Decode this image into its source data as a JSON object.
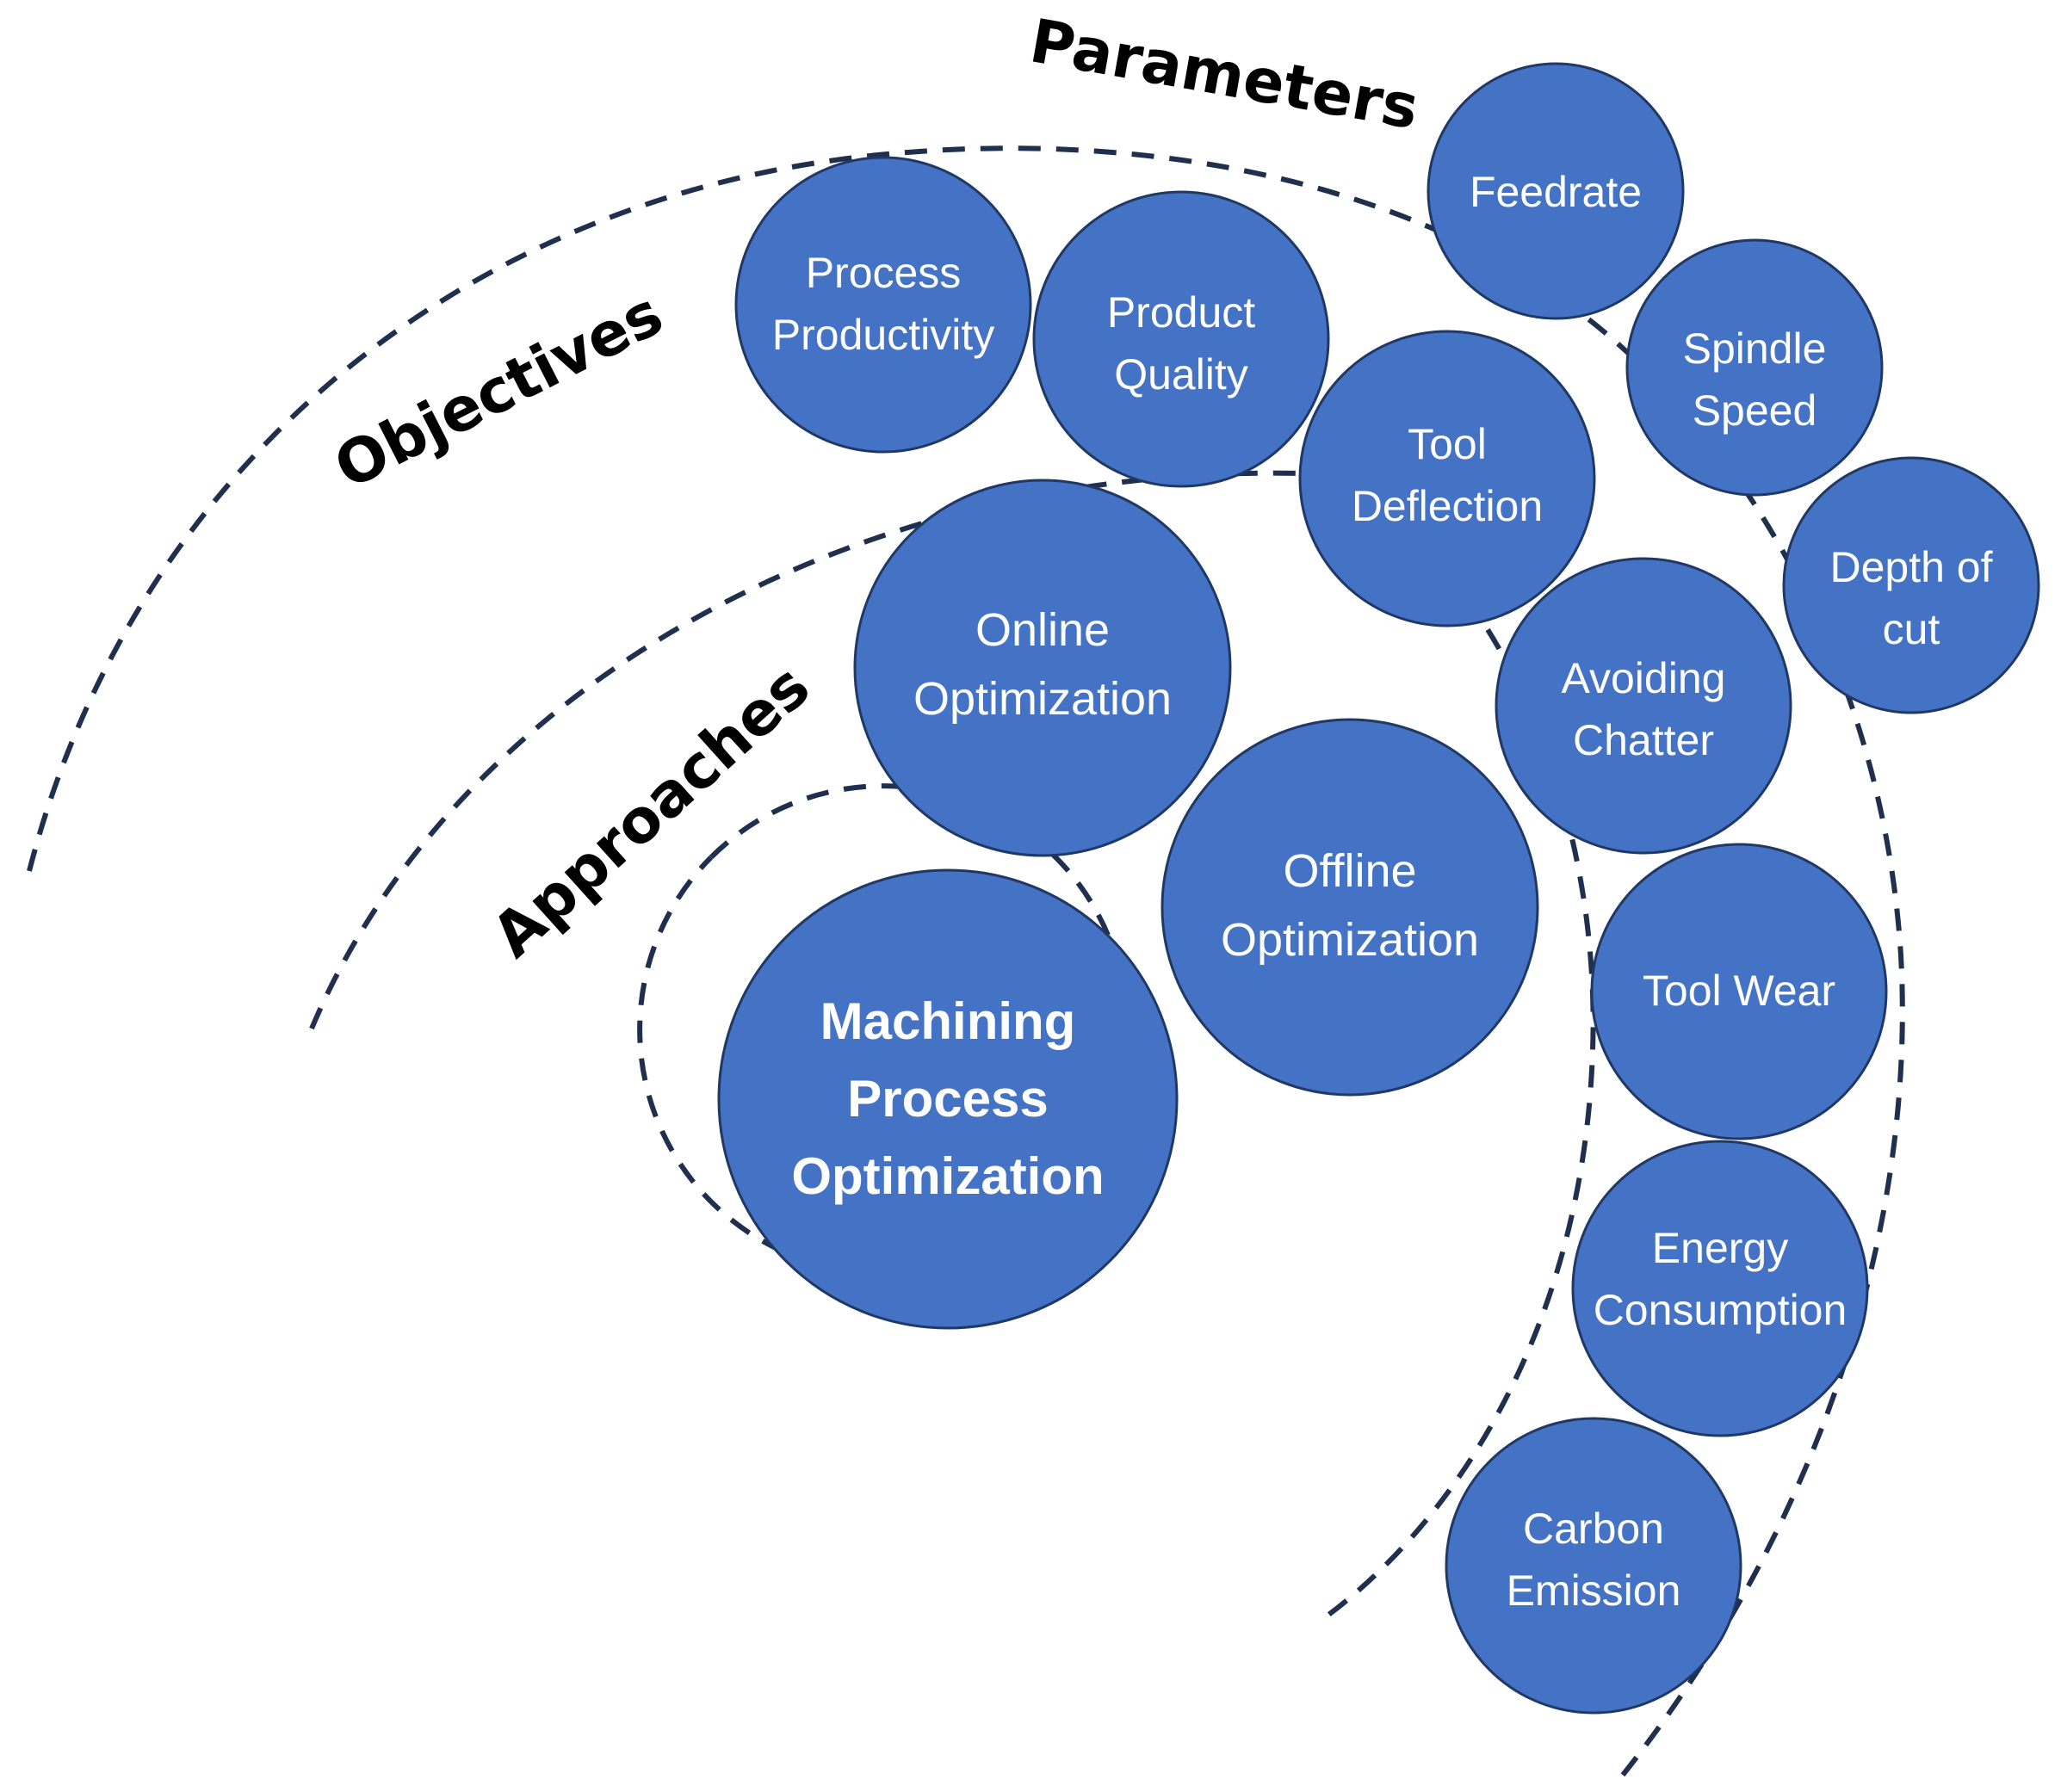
{
  "rings": {
    "approaches": "Approaches",
    "objectives": "Objectives",
    "parameters": "Parameters"
  },
  "center": [
    "Machining",
    "Process",
    "Optimization"
  ],
  "approaches": [
    {
      "id": "online",
      "lines": [
        "Online",
        "Optimization"
      ]
    },
    {
      "id": "offline",
      "lines": [
        "Offline",
        "Optimization"
      ]
    }
  ],
  "objectives": [
    {
      "id": "process-productivity",
      "lines": [
        "Process",
        "Productivity"
      ]
    },
    {
      "id": "product-quality",
      "lines": [
        "Product",
        "Quality"
      ]
    },
    {
      "id": "tool-deflection",
      "lines": [
        "Tool",
        "Deflection"
      ]
    },
    {
      "id": "avoiding-chatter",
      "lines": [
        "Avoiding",
        "Chatter"
      ]
    },
    {
      "id": "tool-wear",
      "lines": [
        "Tool Wear"
      ]
    },
    {
      "id": "energy-consumption",
      "lines": [
        "Energy",
        "Consumption"
      ]
    },
    {
      "id": "carbon-emission",
      "lines": [
        "Carbon",
        "Emission"
      ]
    }
  ],
  "parameters": [
    {
      "id": "feedrate",
      "lines": [
        "Feedrate"
      ]
    },
    {
      "id": "spindle-speed",
      "lines": [
        "Spindle",
        "Speed"
      ]
    },
    {
      "id": "depth-of-cut",
      "lines": [
        "Depth of",
        "cut"
      ]
    }
  ],
  "colors": {
    "node_fill": "#4472c4",
    "node_stroke": "#203864",
    "arc": "#1f2f4d"
  }
}
